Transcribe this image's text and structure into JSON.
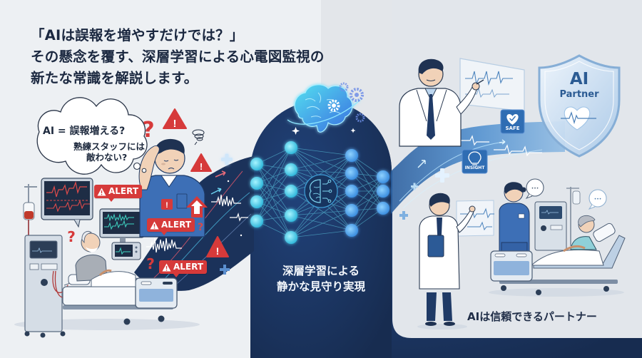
{
  "headline": {
    "line1": "「AIは誤報を増やすだけでは？」",
    "line2": "その懸念を覆す、深層学習による心電図監視の",
    "line3": "新たな常識を解説します。"
  },
  "problem_scene": {
    "thought_bubble": {
      "line1": "AI = 誤報増える?",
      "line2": "熟練スタッフには",
      "line3": "敵わない?"
    },
    "alerts": [
      {
        "label": "ALERT",
        "icon": "warning-triangle-icon"
      },
      {
        "label": "ALERT",
        "icon": "warning-triangle-icon"
      },
      {
        "label": "ALERT",
        "icon": "warning-triangle-icon"
      }
    ],
    "question_mark": "?",
    "warning_mark": "!"
  },
  "ai_core": {
    "caption_line1": "深層学習による",
    "caption_line2": "静かな見守り実現",
    "network_layers": [
      4,
      5,
      5,
      3
    ]
  },
  "solution_scene": {
    "badges": [
      {
        "label": "SAFE",
        "icon": "heart-check-icon"
      },
      {
        "label": "INSIGHT",
        "icon": "lightbulb-icon"
      }
    ],
    "shield": {
      "title": "AI",
      "subtitle": "Partner",
      "icon": "heart-ecg-icon"
    },
    "speech_bubbles": [
      "•••",
      "•••"
    ],
    "caption": "AIは信頼できるパートナー"
  },
  "colors": {
    "navy": "#1a3156",
    "alert_red": "#d63a3a",
    "accent_cyan": "#4fd2ea",
    "badge_blue": "#2f6db3",
    "left_bg": "#edf0f3",
    "right_bg": "#e2e6eb",
    "heading_text": "#1b2840"
  }
}
